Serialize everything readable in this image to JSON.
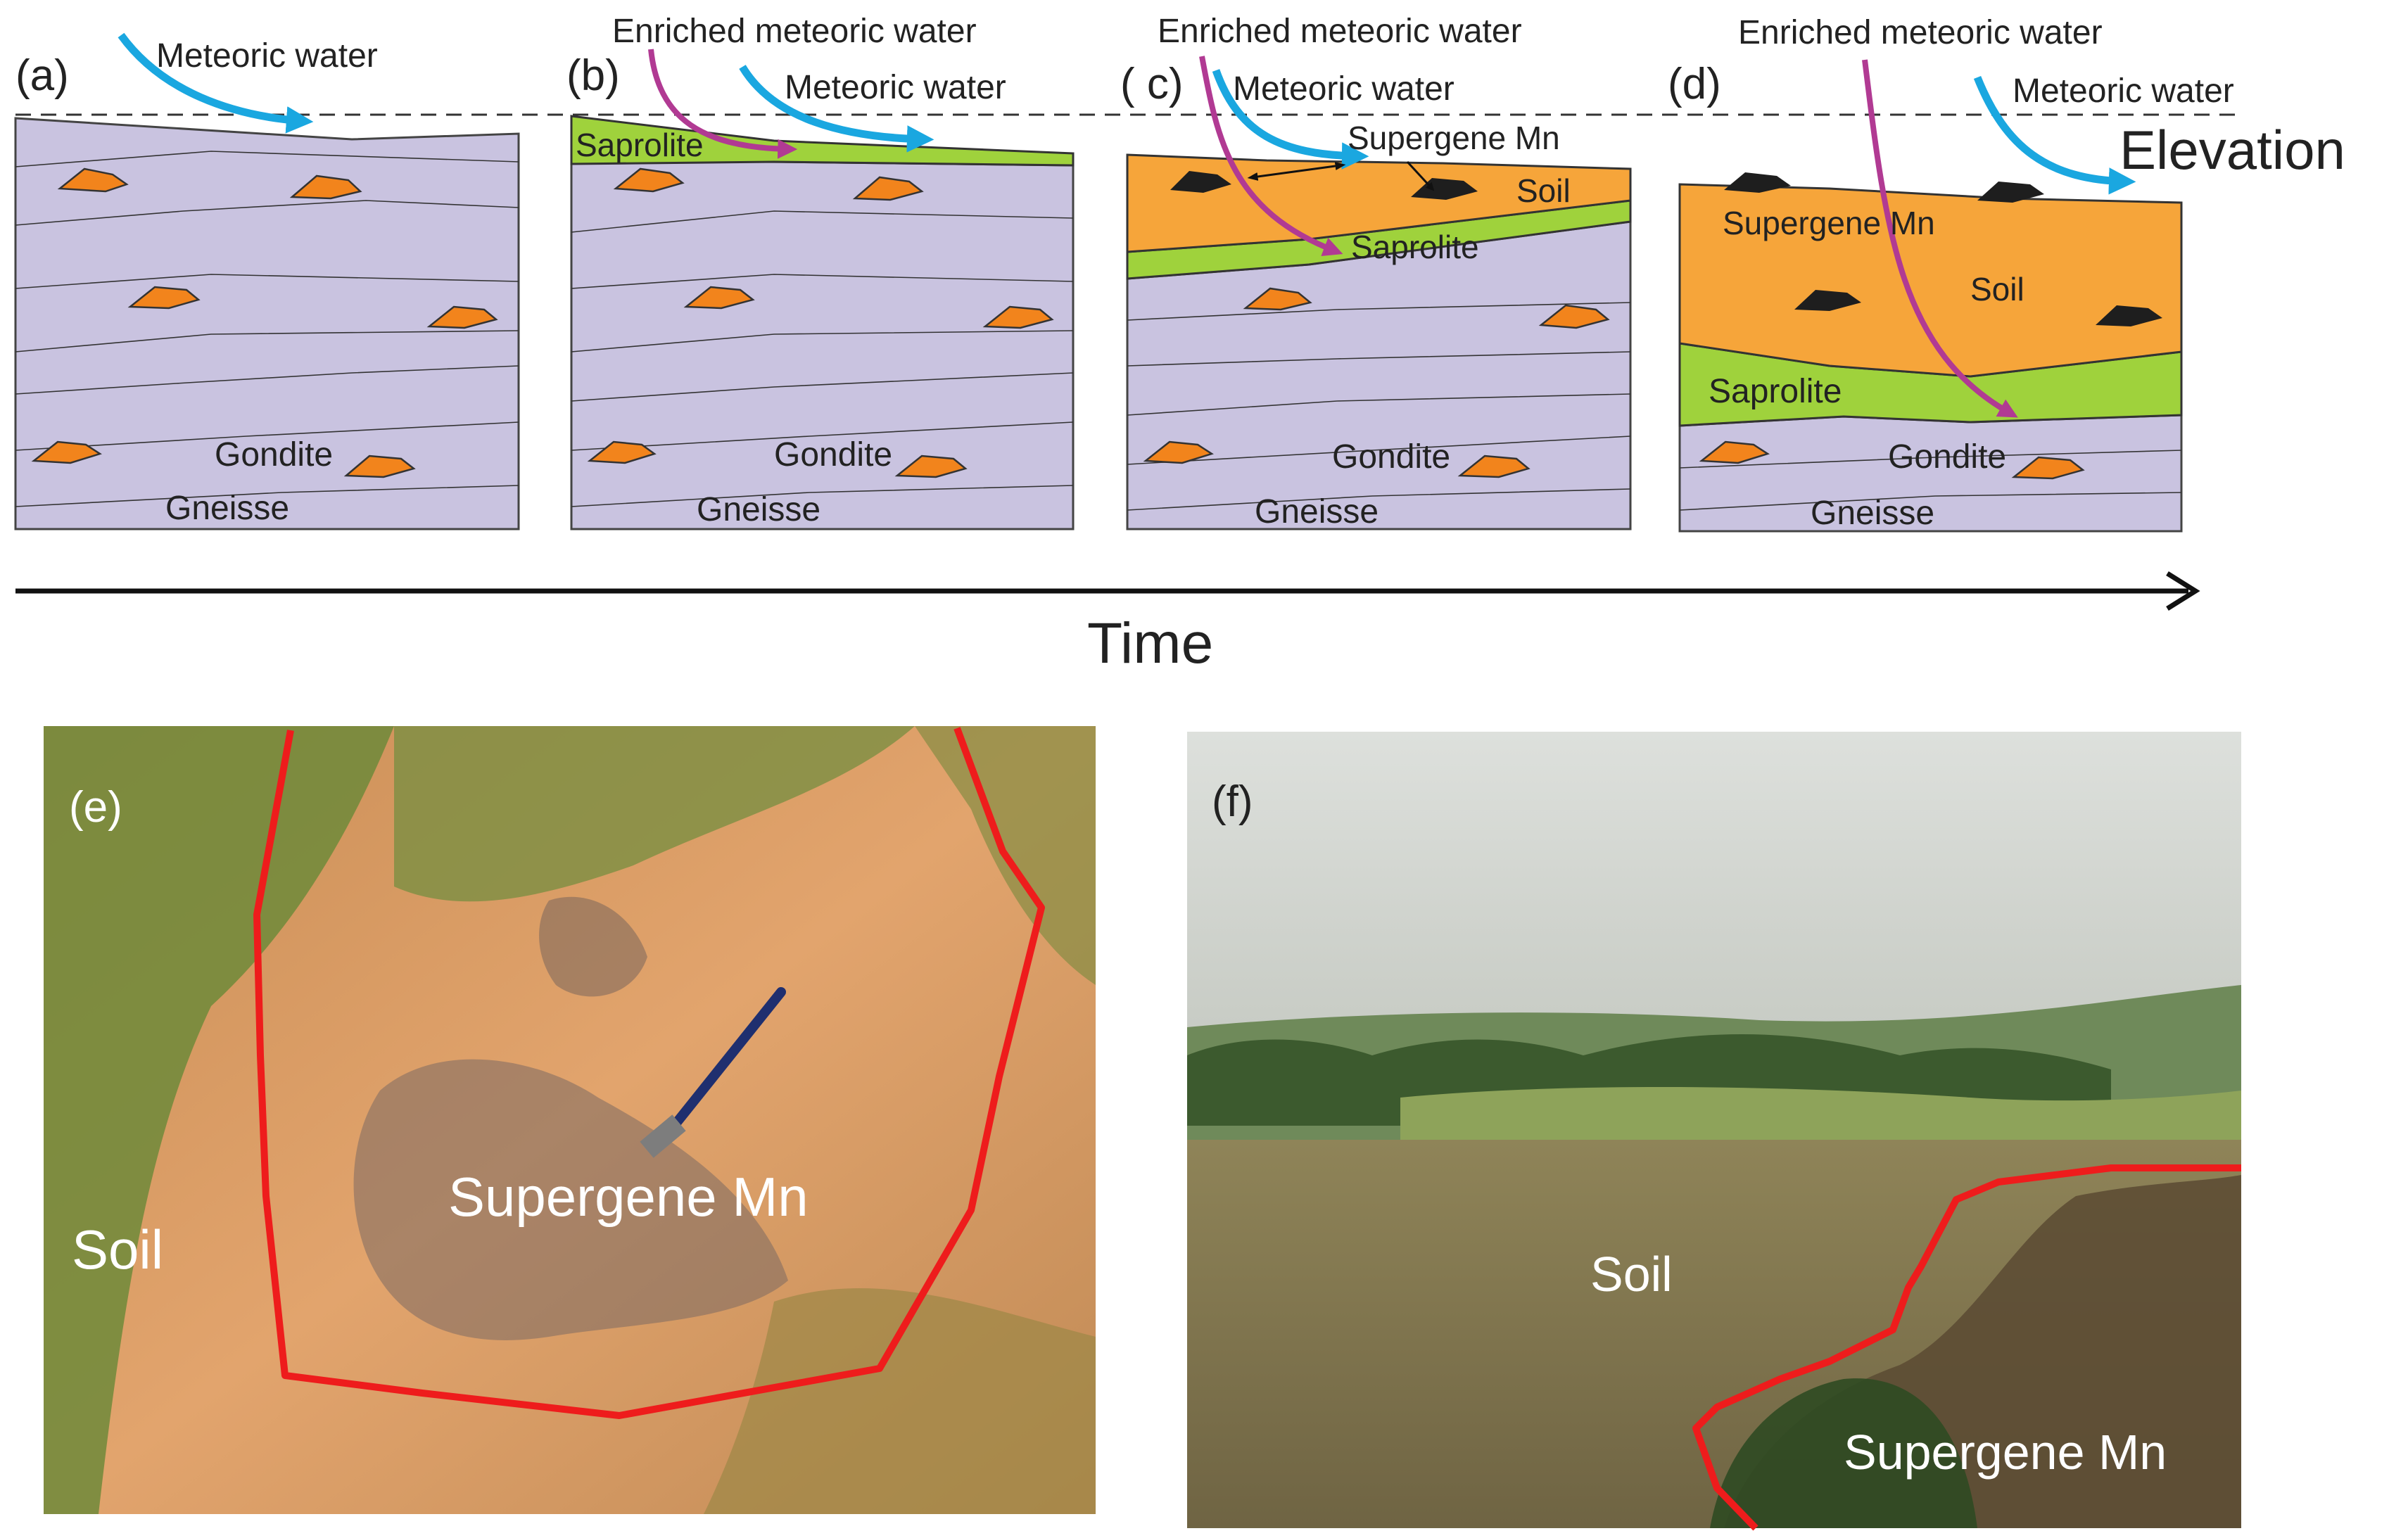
{
  "panels": {
    "a": {
      "tag": "(a)",
      "water": "Meteoric water",
      "gondite": "Gondite",
      "gneisse": "Gneisse"
    },
    "b": {
      "tag": "(b)",
      "enriched": "Enriched meteoric water",
      "water": "Meteoric water",
      "saprolite": "Saprolite",
      "gondite": "Gondite",
      "gneisse": "Gneisse"
    },
    "c": {
      "tag": "( c)",
      "enriched": "Enriched meteoric water",
      "water": "Meteoric water",
      "supergene": "Supergene Mn",
      "soil": "Soil",
      "saprolite": "Saprolite",
      "gondite": "Gondite",
      "gneisse": "Gneisse"
    },
    "d": {
      "tag": "(d)",
      "enriched": "Enriched meteoric water",
      "water": "Meteoric water",
      "supergene": "Supergene Mn",
      "soil": "Soil",
      "saprolite": "Saprolite",
      "gondite": "Gondite",
      "gneisse": "Gneisse"
    }
  },
  "elevation_label": "Elevation",
  "time_label": "Time",
  "photos": {
    "e": {
      "tag": "(e)",
      "soil": "Soil",
      "supergene": "Supergene Mn"
    },
    "f": {
      "tag": "(f)",
      "soil": "Soil",
      "supergene": "Supergene Mn"
    }
  },
  "colors": {
    "gneisse": "#c9c3e0",
    "saprolite": "#9fd23c",
    "soil": "#f6a53a",
    "gondite_lens": "#f2841c",
    "mn_nodule": "#1e1e1e",
    "meteoric_arrow": "#1aa7e0",
    "enriched_arrow": "#b13a93",
    "boundary_line": "#ee1c1c"
  }
}
